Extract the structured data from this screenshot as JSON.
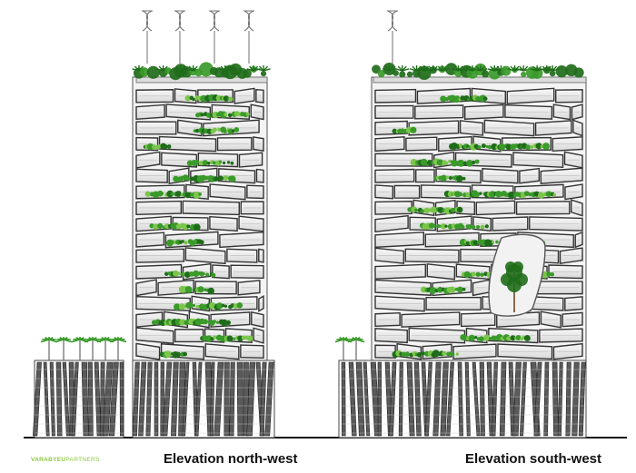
{
  "captions": {
    "north_west": "Elevation north-west",
    "south_west": "Elevation south-west"
  },
  "brand": {
    "part1": "VARABYEU",
    "part2": "PARTNERS"
  },
  "colors": {
    "foliage": "#3a9a2a",
    "foliage_light": "#7bc64a",
    "foliage_dark": "#1f6d1a",
    "structure": "#333333",
    "panel": "#efefef",
    "brand_green": "#8cc63f"
  },
  "icons": [
    "wind-turbine-icon",
    "palm-tree-icon",
    "tree-icon"
  ]
}
